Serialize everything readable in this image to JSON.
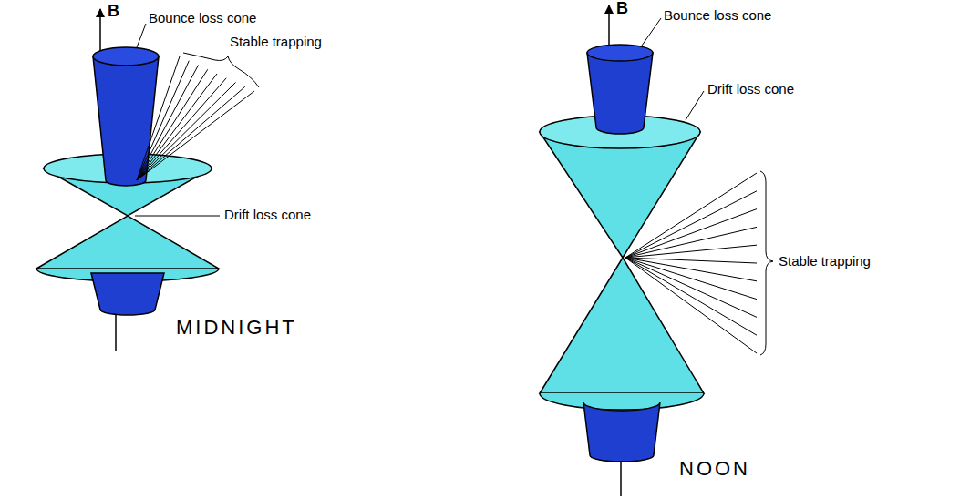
{
  "diagram": {
    "labels": [
      "B",
      "Bounce loss cone",
      "Stable trapping",
      "Drift loss cone",
      "MIDNIGHT",
      "B",
      "Bounce loss cone",
      "Drift loss cone",
      "Stable trapping",
      "NOON"
    ]
  }
}
